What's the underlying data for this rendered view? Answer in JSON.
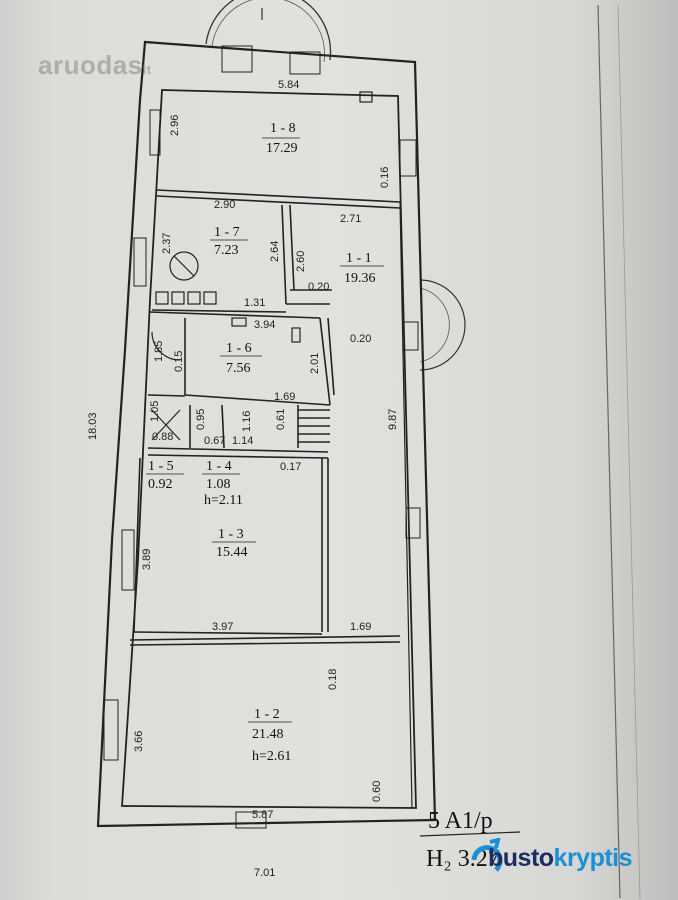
{
  "watermark": "aruodas",
  "watermark_suffix": "lt",
  "brand": {
    "part1": "busto",
    "part2": "kryptis"
  },
  "stamp": {
    "line1": "5 A1/p",
    "line2": "H₂ 3.27"
  },
  "rooms": [
    {
      "id": "1 - 8",
      "area": "17.29"
    },
    {
      "id": "1 - 7",
      "area": "7.23"
    },
    {
      "id": "1 - 1",
      "area": "19.36"
    },
    {
      "id": "1 - 6",
      "area": "7.56"
    },
    {
      "id": "1 - 5",
      "area": "0.92"
    },
    {
      "id": "1 - 4",
      "area": "1.08",
      "height": "h=2.11"
    },
    {
      "id": "1 - 3",
      "area": "15.44"
    },
    {
      "id": "1 - 2",
      "area": "21.48",
      "height": "h=2.61"
    }
  ],
  "dimensions": {
    "top_width": "5.84",
    "r18_left": "2.96",
    "r18_right": "0.16",
    "r17_top": "2.90",
    "r17_left": "2.37",
    "r17_right": "2.64",
    "r17_bottom": "1.31",
    "r11_top": "2.71",
    "r11_left": "2.60",
    "r11_inner": "0.20",
    "corr_a": "0.20",
    "r16_top": "3.94",
    "r16_left": "1.85",
    "r16_left2": "0.15",
    "r16_right": "2.01",
    "r16_bottom": "1.69",
    "r15_a": "1.05",
    "r15_b": "0.88",
    "r14_a": "0.95",
    "r14_b": "1.14",
    "r14_c": "0.67",
    "r14_d": "0.61",
    "r14_e": "1.16",
    "r13_right": "0.17",
    "r13_left": "3.89",
    "r13_bottom": "3.97",
    "corridor_bottom": "1.69",
    "corridor_len": "9.87",
    "total_len": "18.03",
    "r12_top": "0.18",
    "r12_left": "3.66",
    "r12_right": "0.60",
    "r12_bottom": "5.87",
    "total_bottom": "7.01"
  }
}
